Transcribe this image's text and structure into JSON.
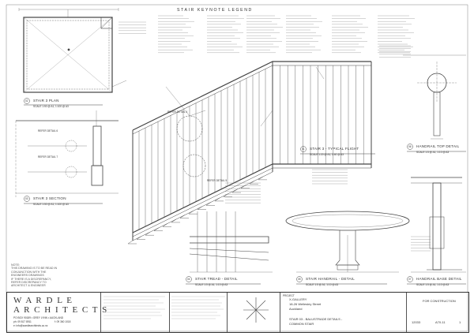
{
  "legend": {
    "title": "STAIR KEYNOTE LEGEND"
  },
  "views": {
    "plan": {
      "num": "02",
      "title": "STAIR 3  PLAN",
      "scale": "SCALE 1:50 @ A1, 1:100 @ A3"
    },
    "section": {
      "num": "03",
      "title": "STAIR 3  SECTION",
      "scale": "SCALE 1:50 @ A1, 1:100 @ A3"
    },
    "typical": {
      "num": "01",
      "title": "STAIR 3 - TYPICAL FLIGHT",
      "scale": "SCALE 1:20 @ A1, 1:40 @ A3"
    },
    "handrail_top": {
      "num": "06",
      "title": "HANDRAIL TOP DETAIL",
      "scale": "SCALE 1:5 @ A1, 1:10 @ A3"
    },
    "tread": {
      "num": "04",
      "title": "STAIR TREAD - DETAIL",
      "scale": "SCALE 1:5 @ A1, 1:10 @ A3"
    },
    "handrail": {
      "num": "05",
      "title": "STAIR HANDRAIL - DETAIL",
      "scale": "SCALE 1:5 @ A1, 1:10 @ A3"
    },
    "handrail_base": {
      "num": "07",
      "title": "HANDRAIL BASE DETAIL",
      "scale": "SCALE 1:5 @ A1, 1:10 @ A3"
    }
  },
  "callouts": {
    "refer_detail_6": "REFER DETAIL 6",
    "refer_detail_7": "REFER DETAIL 7",
    "refer_detail_4": "REFER DETAIL 4",
    "refer_detail_5": "REFER DETAIL 5"
  },
  "notice": {
    "lines": [
      "NOTE:",
      "THIS DRAWING IS TO BE READ IN",
      "CONJUNCTION WITH THE",
      "ENGINEERS DRAWINGS",
      "IF THERE IS A DISCREPANCY,",
      "REFER DISCREPANCY TO",
      "ARCHITECT & ENGINEER"
    ]
  },
  "firm": {
    "name_line1": "W A R D L E",
    "name_line2": "A R C H I T E C T S",
    "address": "PO BOX 90189  •  GREY LYNN  •  AUCKLAND",
    "phone": "ph: 09 817 8911",
    "fax": "f: 09 360 1018",
    "email": "e: info@wardlearchitects.co.nz"
  },
  "project": {
    "label": "PROJECT",
    "name": "X-GALLERY",
    "address1": "18-26 Wellesley Street",
    "address2": "Auckland",
    "sheet_title_line1": "STAIR 03 - BALUSTRADE DETAILS -",
    "sheet_title_line2": "COMMON STAIR"
  },
  "status": {
    "text": "FOR CONSTRUCTION",
    "job_no": "12033",
    "drawing_no": "A70-11",
    "revision": "1"
  }
}
